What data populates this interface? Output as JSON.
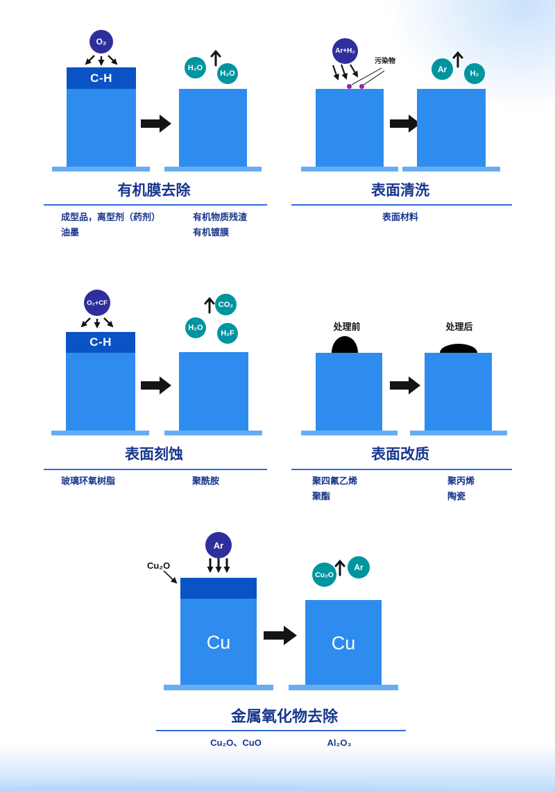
{
  "colors": {
    "block_fill": "#2d8cee",
    "block_cap_fill": "#0a53c4",
    "base_fill": "#66adf5",
    "gas_circle_fill": "#2e2f9d",
    "emission_circle_fill": "#00949f",
    "heading_text": "#17358d",
    "divider_line": "#2e6ad4",
    "contaminant_dot": "#8e24aa",
    "arrow": "#141414"
  },
  "panels": {
    "organic_film_removal": {
      "title": "有机膜去除",
      "gas_label": "O₂",
      "surface_label": "C-H",
      "emissions": [
        "H₂O",
        "H₂O"
      ],
      "examples_left": [
        "成型品，离型剂（药剂）",
        "油墨"
      ],
      "examples_right": [
        "有机物质残渣",
        "有机镀膜"
      ]
    },
    "surface_cleaning": {
      "title": "表面清洗",
      "gas_label": "Ar+H₂",
      "contaminant_label": "污染物",
      "emissions": [
        "Ar",
        "H₂"
      ],
      "examples_center": [
        "表面材料"
      ]
    },
    "surface_etching": {
      "title": "表面刻蚀",
      "gas_label": "O₂+CF",
      "surface_label": "C-H",
      "emissions": [
        "CO₂",
        "H₂O",
        "H₂F"
      ],
      "examples_left": [
        "玻璃环氧树脂"
      ],
      "examples_right": [
        "聚酰胺"
      ]
    },
    "surface_modification": {
      "title": "表面改质",
      "before_label": "处理前",
      "after_label": "处理后",
      "examples_left": [
        "聚四氟乙烯",
        "聚酯"
      ],
      "examples_right": [
        "聚丙烯",
        "陶瓷"
      ]
    },
    "metal_oxide_removal": {
      "title": "金属氧化物去除",
      "gas_label": "Ar",
      "oxide_label": "Cu₂O",
      "metal_label_left": "Cu",
      "metal_label_right": "Cu",
      "emissions": [
        "Cu₂O",
        "Ar"
      ],
      "examples_left": [
        "Cu₂O、CuO"
      ],
      "examples_right": [
        "Al₂O₃"
      ]
    }
  }
}
